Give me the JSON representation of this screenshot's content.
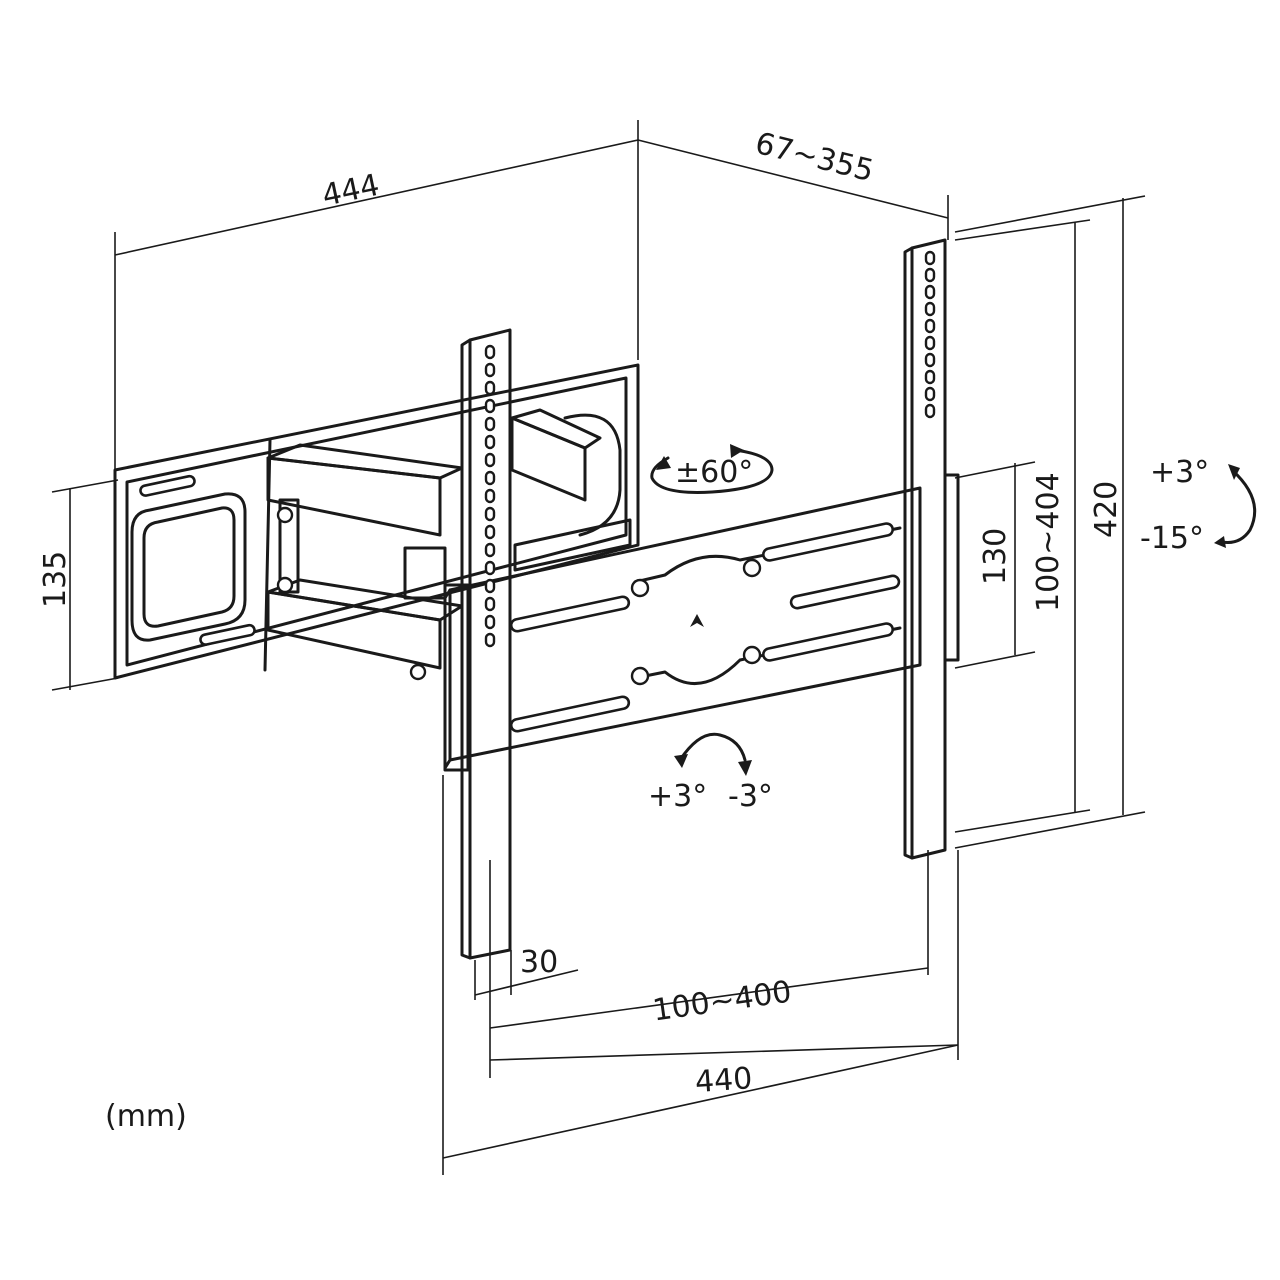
{
  "dimensions": {
    "arm_width": "444",
    "depth_range": "67~355",
    "wall_plate_height": "135",
    "swivel": "±60°",
    "tilt_up": "+3°",
    "tilt_down": "-15°",
    "plate_height": "130",
    "vertical_pattern": "100~404",
    "bracket_height": "420",
    "rotate_left": "+3°",
    "rotate_right": "-3°",
    "rail_width": "30",
    "horizontal_pattern": "100~400",
    "bracket_width": "440"
  },
  "unit_note": "(mm)"
}
